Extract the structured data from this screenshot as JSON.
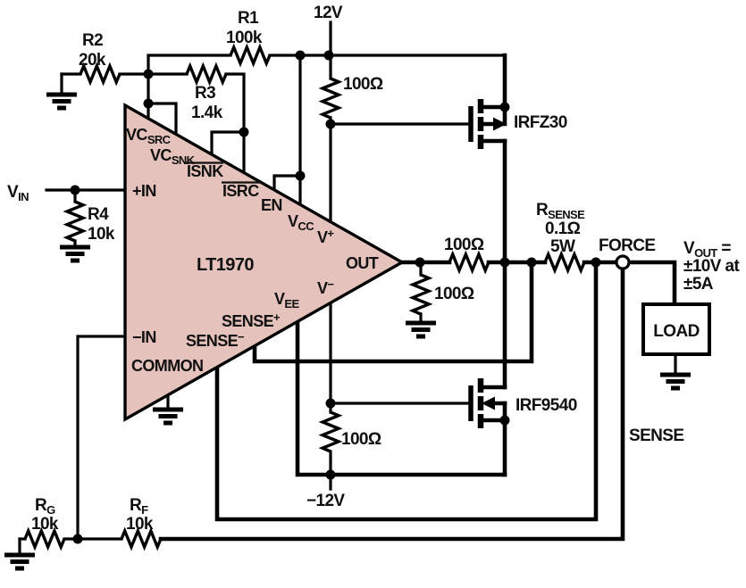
{
  "figure": {
    "kind": "schematic",
    "background": "#ffffff",
    "line_color": "#000000",
    "amp_fill": "#e5c3bc"
  },
  "amplifier": {
    "part": "LT1970",
    "pins": {
      "vcsrc": {
        "base": "VC",
        "sub": "SRC"
      },
      "vcsnk": {
        "base": "VC",
        "sub": "SNK"
      },
      "isnk": "ISNK",
      "isrc": "ISRC",
      "en": "EN",
      "vcc": {
        "base": "V",
        "sub": "CC"
      },
      "vplus": {
        "base": "V",
        "sup": "+"
      },
      "out": "OUT",
      "vminus": {
        "base": "V",
        "sup": "−"
      },
      "vee": {
        "base": "V",
        "sub": "EE"
      },
      "sense_plus": {
        "base": "SENSE",
        "sup": "+"
      },
      "sense_minus": {
        "base": "SENSE",
        "sup": "−"
      },
      "common": "COMMON",
      "in_plus": "+IN",
      "in_minus": "−IN"
    }
  },
  "resistors": {
    "r1": {
      "name": "R1",
      "value": "100k"
    },
    "r2": {
      "name": "R2",
      "value": "20k"
    },
    "r3": {
      "name": "R3",
      "value": "1.4k"
    },
    "r4": {
      "name": "R4",
      "value": "10k"
    },
    "rg": {
      "base": "R",
      "sub": "G",
      "value": "10k"
    },
    "rf": {
      "base": "R",
      "sub": "F",
      "value": "10k"
    },
    "rsense": {
      "base": "R",
      "sub": "SENSE",
      "value": "0.1Ω",
      "power": "5W"
    },
    "r100_gate_top": "100Ω",
    "r100_out_series": "100Ω",
    "r100_out_shunt": "100Ω",
    "r100_gate_bottom": "100Ω"
  },
  "transistors": {
    "q1": "IRFZ30",
    "q2": "IRF9540"
  },
  "supplies": {
    "vpos": "12V",
    "vneg": "−12V"
  },
  "io": {
    "vin": {
      "base": "V",
      "sub": "IN"
    },
    "force": "FORCE",
    "sense": "SENSE",
    "vout": {
      "base": "V",
      "sub": "OUT",
      "tail": " ="
    },
    "vout_line2": "±10V at",
    "vout_line3": "±5A",
    "load": "LOAD"
  }
}
